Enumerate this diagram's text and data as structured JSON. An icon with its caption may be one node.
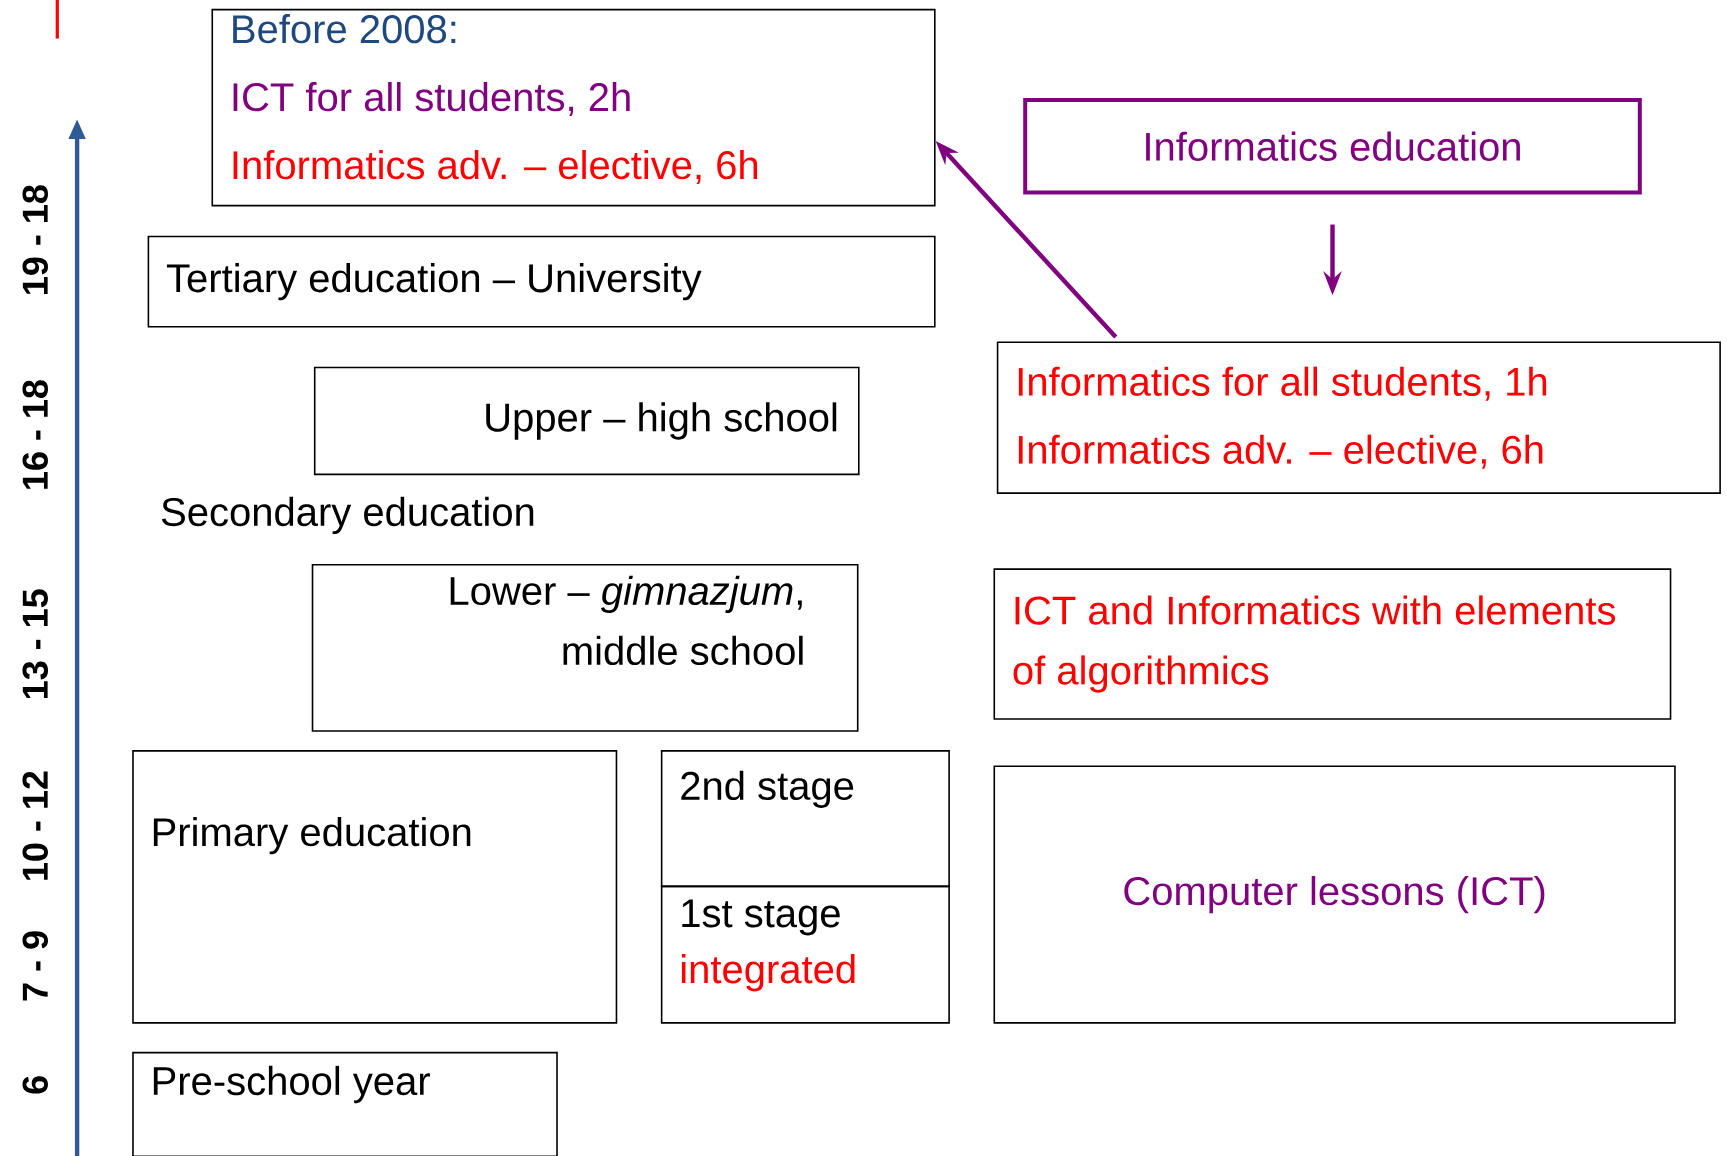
{
  "diagram": {
    "nodes": [
      {
        "text": [
          "Before 2008:",
          "ICT for all students, 2h",
          "Informatics adv. – elective, 6h"
        ]
      },
      {
        "text": [
          "Tertiary education – University"
        ]
      },
      {
        "text": [
          "Upper – high school"
        ]
      },
      {
        "text": [
          "Lower – *gimnazjum*, middle school"
        ]
      },
      {
        "text": [
          "Primary education"
        ]
      },
      {
        "text": [
          "2nd stage"
        ]
      },
      {
        "text": [
          "1st stage",
          "integrated"
        ]
      },
      {
        "text": [
          "Pre-school year"
        ]
      },
      {
        "text": [
          "Informatics education"
        ]
      },
      {
        "text": [
          "Informatics for all students, 1h",
          "Informatics adv. – elective, 6h"
        ]
      },
      {
        "text": [
          "ICT and Informatics with elements of algorithmics"
        ]
      },
      {
        "text": [
          "Computer lessons (ICT)"
        ]
      }
    ],
    "edges": [
      {
        "from": 8,
        "to": 9,
        "arrow": "to"
      },
      {
        "from": 9,
        "to": 0,
        "arrow": "to"
      }
    ],
    "labels": [
      "Secondary education",
      "19 - 18",
      "16 - 18",
      "13 - 15",
      "10 - 12",
      "7 - 9",
      "6"
    ]
  }
}
